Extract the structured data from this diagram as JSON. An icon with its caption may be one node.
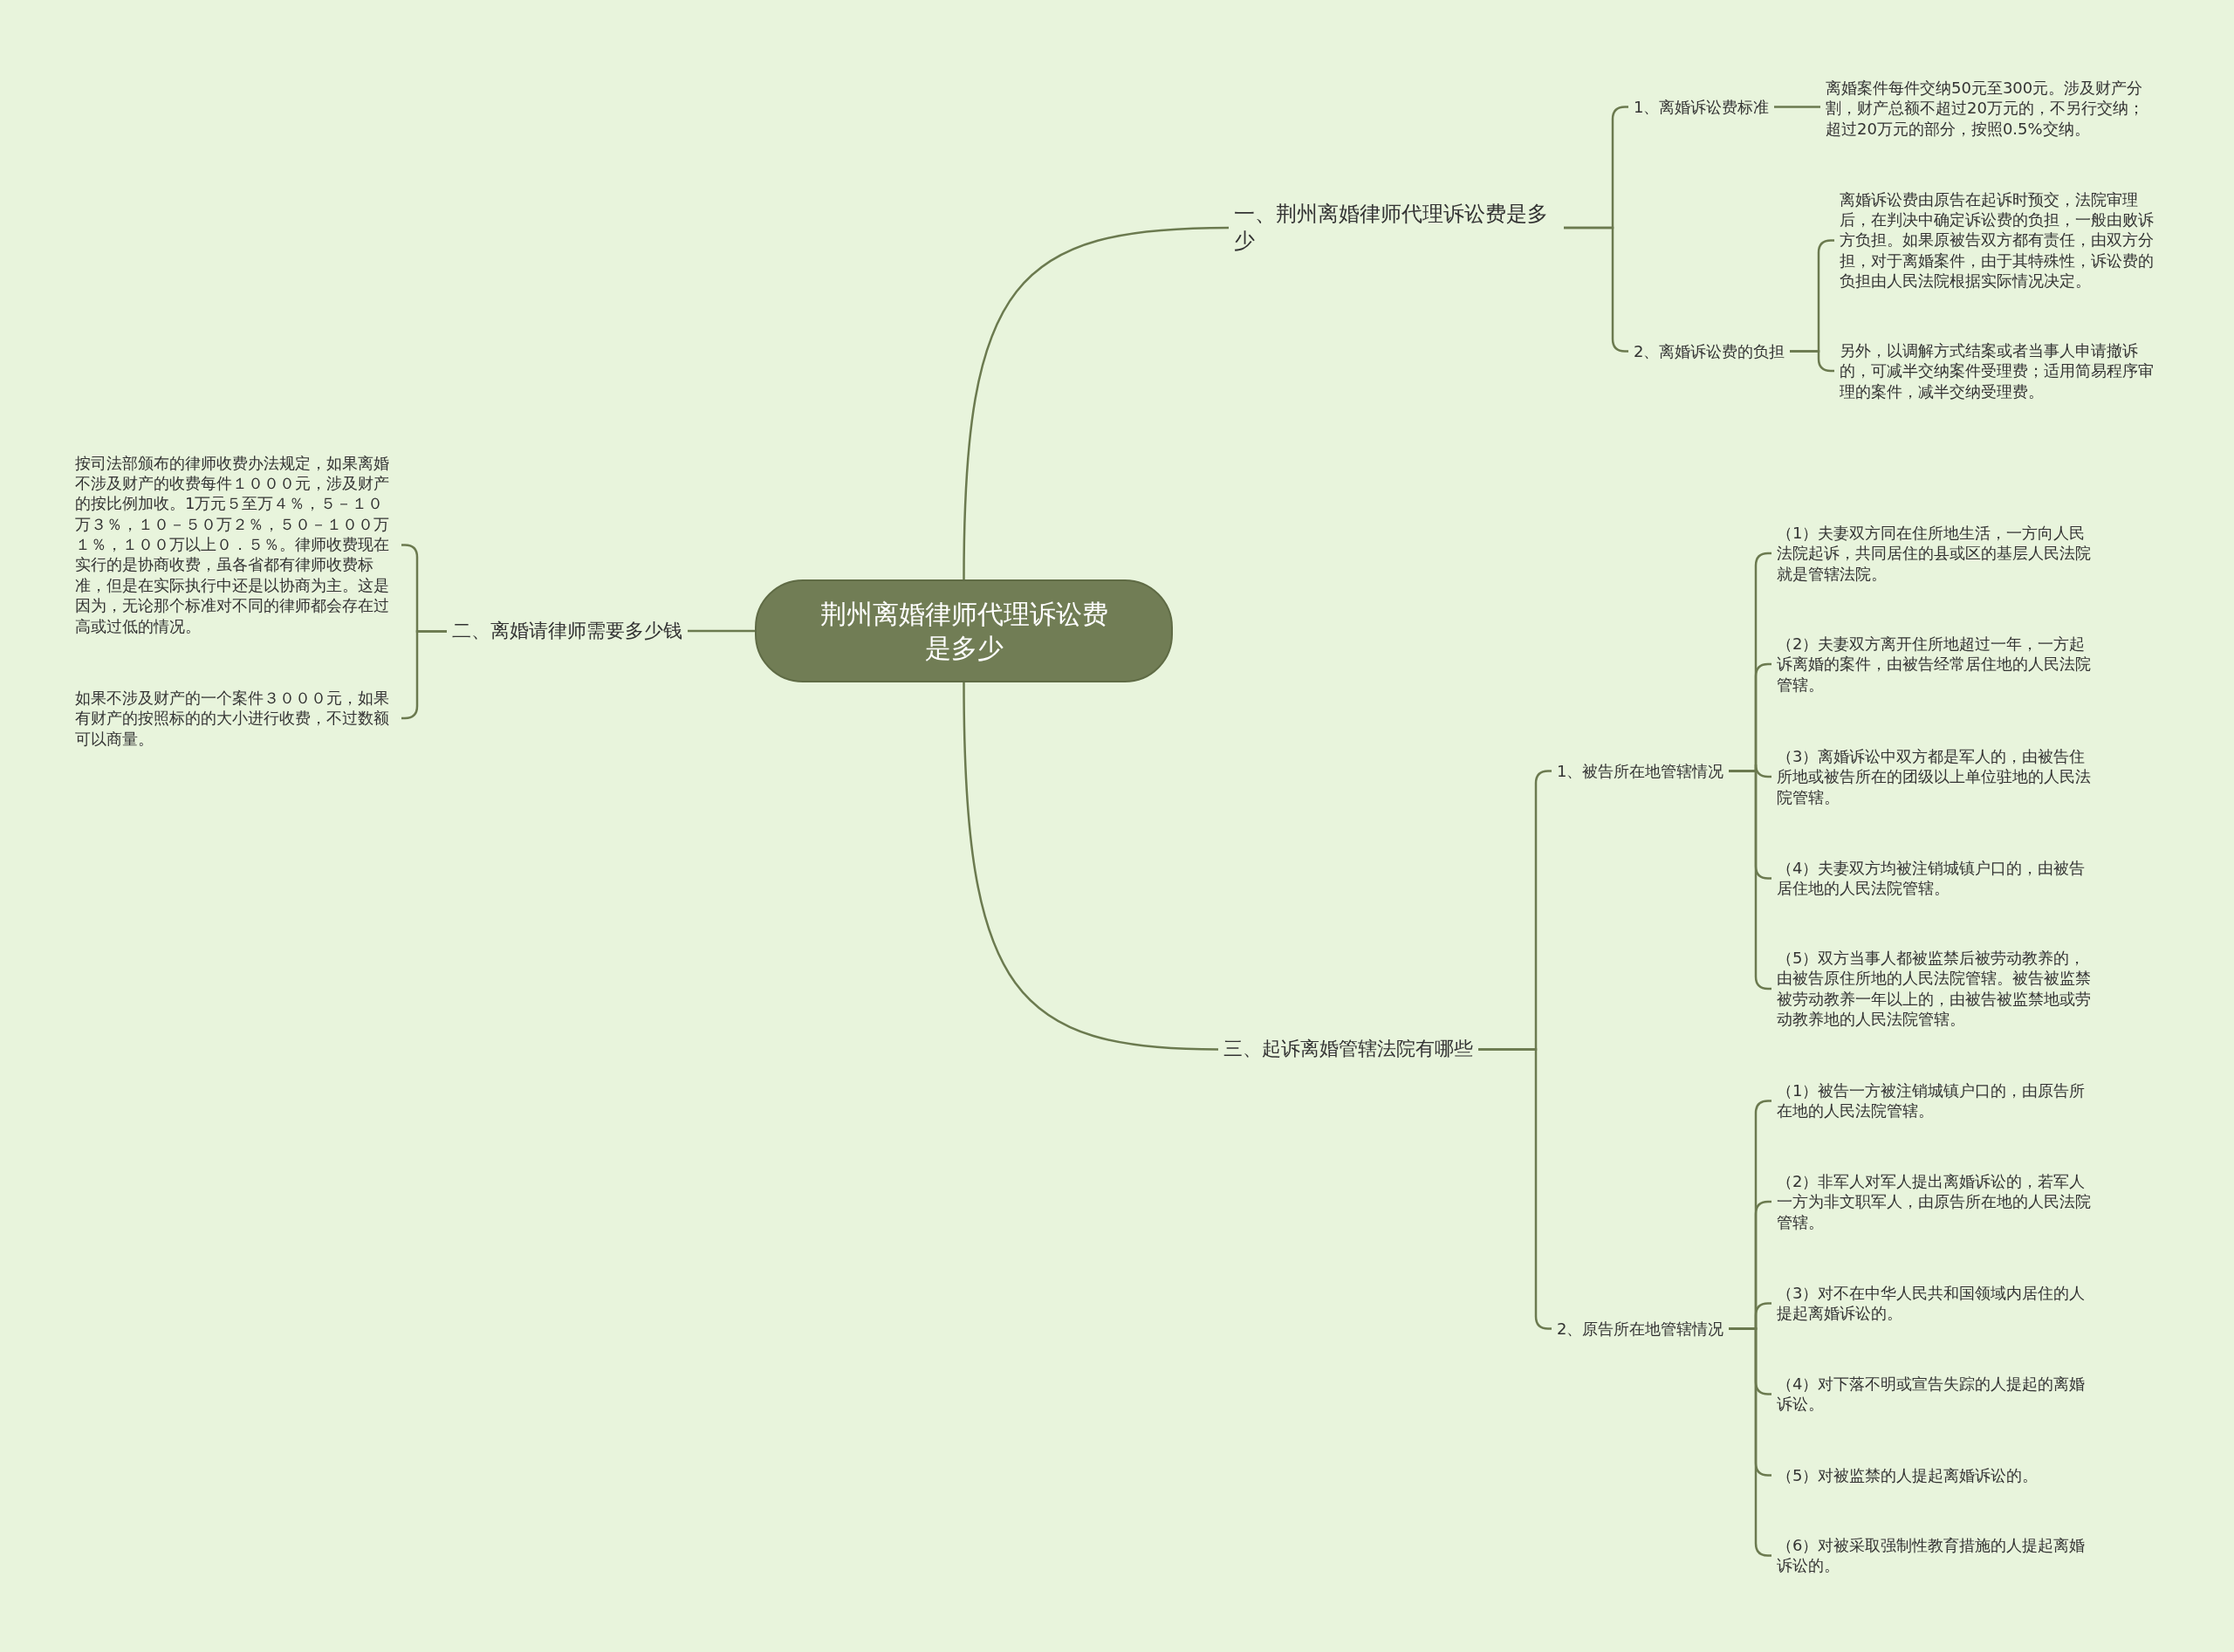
{
  "diagram": {
    "nodes": [
      {
        "text": [
          "荆州离婚律师代理诉讼费是多少"
        ]
      },
      {
        "text": [
          "一、荆州离婚律师代理诉讼费是多少"
        ]
      },
      {
        "text": [
          "1、离婚诉讼费标准"
        ]
      },
      {
        "text": [
          "离婚案件每件交纳50元至300元。涉及财产分割，财产总额不超过20万元的，不另行交纳；超过20万元的部分，按照0.5%交纳。"
        ]
      },
      {
        "text": [
          "2、离婚诉讼费的负担"
        ]
      },
      {
        "text": [
          "离婚诉讼费由原告在起诉时预交，法院审理后，在判决中确定诉讼费的负担，一般由败诉方负担。如果原被告双方都有责任，由双方分担，对于离婚案件，由于其特殊性，诉讼费的负担由人民法院根据实际情况决定。"
        ]
      },
      {
        "text": [
          "另外，以调解方式结案或者当事人申请撤诉的，可减半交纳案件受理费；适用简易程序审理的案件，减半交纳受理费。"
        ]
      },
      {
        "text": [
          "二、离婚请律师需要多少钱"
        ]
      },
      {
        "text": [
          "按司法部颁布的律师收费办法规定，如果离婚不涉及财产的收费每件１０００元，涉及财产的按比例加收。1万元５至万４％，５－１０万３％，１０－５０万２％，５０－１００万１％，１００万以上０．５％。律师收费现在实行的是协商收费，虽各省都有律师收费标准，但是在实际执行中还是以协商为主。这是因为，无论那个标准对不同的律师都会存在过高或过低的情况。"
        ]
      },
      {
        "text": [
          "如果不涉及财产的一个案件３０００元，如果有财产的按照标的的大小进行收费，不过数额可以商量。"
        ]
      },
      {
        "text": [
          "三、起诉离婚管辖法院有哪些"
        ]
      },
      {
        "text": [
          "1、被告所在地管辖情况"
        ]
      },
      {
        "text": [
          "（1）夫妻双方同在住所地生活，一方向人民法院起诉，共同居住的县或区的基层人民法院就是管辖法院。"
        ]
      },
      {
        "text": [
          "（2）夫妻双方离开住所地超过一年，一方起诉离婚的案件，由被告经常居住地的人民法院管辖。"
        ]
      },
      {
        "text": [
          "（3）离婚诉讼中双方都是军人的，由被告住所地或被告所在的团级以上单位驻地的人民法院管辖。"
        ]
      },
      {
        "text": [
          "（4）夫妻双方均被注销城镇户口的，由被告居住地的人民法院管辖。"
        ]
      },
      {
        "text": [
          "（5）双方当事人都被监禁后被劳动教养的，由被告原住所地的人民法院管辖。被告被监禁被劳动教养一年以上的，由被告被监禁地或劳动教养地的人民法院管辖。"
        ]
      },
      {
        "text": [
          "2、原告所在地管辖情况"
        ]
      },
      {
        "text": [
          "（1）被告一方被注销城镇户口的，由原告所在地的人民法院管辖。"
        ]
      },
      {
        "text": [
          "（2）非军人对军人提出离婚诉讼的，若军人一方为非文职军人，由原告所在地的人民法院管辖。"
        ]
      },
      {
        "text": [
          "（3）对不在中华人民共和国领域内居住的人提起离婚诉讼的。"
        ]
      },
      {
        "text": [
          "（4）对下落不明或宣告失踪的人提起的离婚诉讼。"
        ]
      },
      {
        "text": [
          "（5）对被监禁的人提起离婚诉讼的。"
        ]
      },
      {
        "text": [
          "（6）对被采取强制性教育措施的人提起离婚诉讼的。"
        ]
      }
    ],
    "edges": [
      {
        "from": 0,
        "to": 1,
        "arrow": "none"
      },
      {
        "from": 1,
        "to": 2,
        "arrow": "none"
      },
      {
        "from": 2,
        "to": 3,
        "arrow": "none"
      },
      {
        "from": 1,
        "to": 4,
        "arrow": "none"
      },
      {
        "from": 4,
        "to": 5,
        "arrow": "none"
      },
      {
        "from": 4,
        "to": 6,
        "arrow": "none"
      },
      {
        "from": 0,
        "to": 7,
        "arrow": "none"
      },
      {
        "from": 7,
        "to": 8,
        "arrow": "none"
      },
      {
        "from": 7,
        "to": 9,
        "arrow": "none"
      },
      {
        "from": 0,
        "to": 10,
        "arrow": "none"
      },
      {
        "from": 10,
        "to": 11,
        "arrow": "none"
      },
      {
        "from": 11,
        "to": 12,
        "arrow": "none"
      },
      {
        "from": 11,
        "to": 13,
        "arrow": "none"
      },
      {
        "from": 11,
        "to": 14,
        "arrow": "none"
      },
      {
        "from": 11,
        "to": 15,
        "arrow": "none"
      },
      {
        "from": 11,
        "to": 16,
        "arrow": "none"
      },
      {
        "from": 10,
        "to": 17,
        "arrow": "none"
      },
      {
        "from": 17,
        "to": 18,
        "arrow": "none"
      },
      {
        "from": 17,
        "to": 19,
        "arrow": "none"
      },
      {
        "from": 17,
        "to": 20,
        "arrow": "none"
      },
      {
        "from": 17,
        "to": 21,
        "arrow": "none"
      },
      {
        "from": 17,
        "to": 22,
        "arrow": "none"
      },
      {
        "from": 17,
        "to": 23,
        "arrow": "none"
      }
    ]
  }
}
